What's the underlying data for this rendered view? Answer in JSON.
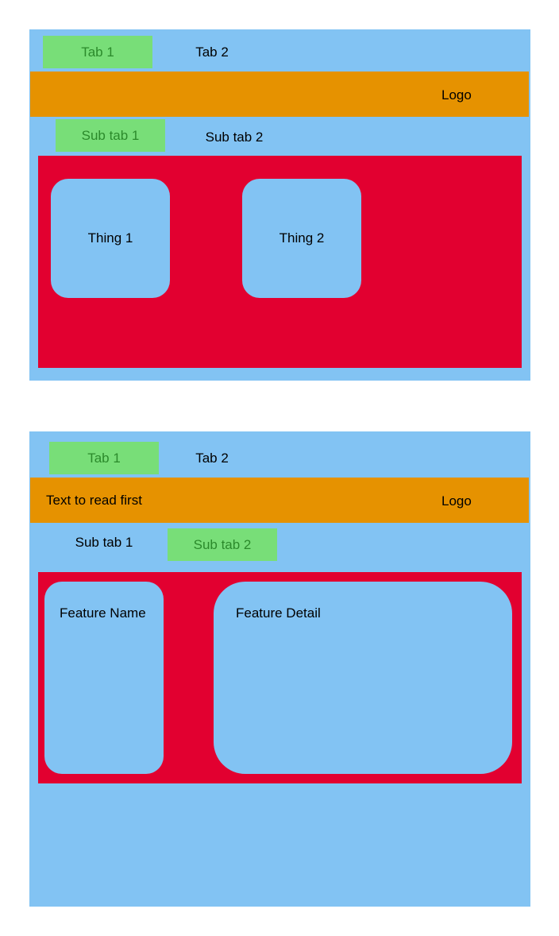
{
  "mockups": [
    {
      "tabs": [
        "Tab 1",
        "Tab 2"
      ],
      "header": {
        "text": "",
        "logo": "Logo"
      },
      "sub_tabs": [
        "Sub tab 1",
        "Sub tab 2"
      ],
      "active_sub_tab": "Sub tab 1",
      "cards": [
        "Thing 1",
        "Thing 2"
      ]
    },
    {
      "tabs": [
        "Tab 1",
        "Tab 2"
      ],
      "header": {
        "text": "Text to read first",
        "logo": "Logo"
      },
      "sub_tabs": [
        "Sub tab 1",
        "Sub tab 2"
      ],
      "active_sub_tab": "Sub tab 2",
      "panels": [
        "Feature Name",
        "Feature Detail"
      ]
    }
  ],
  "colors": {
    "frame": "#82c3f3",
    "header_bar": "#e69200",
    "content_area": "#e20030",
    "active_tab": "#78de78",
    "active_tab_text": "#2b8a2b"
  }
}
